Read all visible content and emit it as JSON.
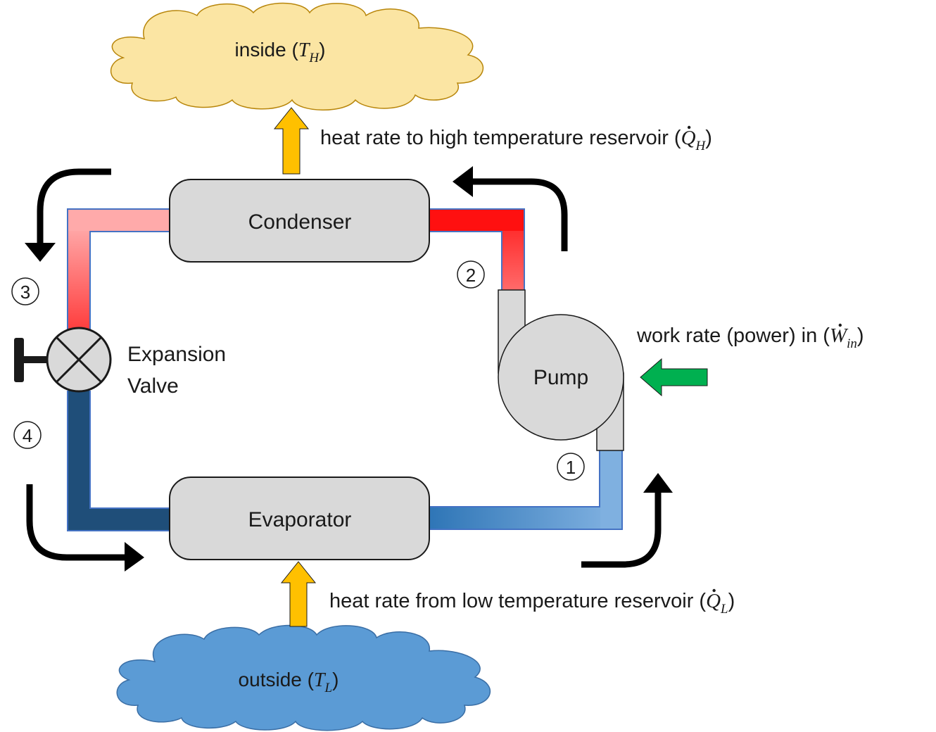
{
  "reservoirs": {
    "inside": {
      "text": "inside (",
      "symbol": "T",
      "subscript": "H",
      "close": ")",
      "color": "#fbe5a3"
    },
    "outside": {
      "text": "outside (",
      "symbol": "T",
      "subscript": "L",
      "close": ")",
      "color": "#5b9bd5"
    }
  },
  "components": {
    "condenser": "Condenser",
    "evaporator": "Evaporator",
    "pump": "Pump",
    "valve_line1": "Expansion",
    "valve_line2": "Valve"
  },
  "flows": {
    "heat_out": {
      "text": "heat rate to high temperature reservoir (",
      "symbol": "Q",
      "subscript": "H",
      "close": ")",
      "arrow_color": "#ffc000"
    },
    "heat_in": {
      "text": "heat rate from low temperature reservoir (",
      "symbol": "Q",
      "subscript": "L",
      "close": ")",
      "arrow_color": "#ffc000"
    },
    "work_in": {
      "text": "work rate (power) in (",
      "symbol": "W",
      "subscript": "in",
      "close": ")",
      "arrow_color": "#00b050"
    }
  },
  "states": [
    "1",
    "2",
    "3",
    "4"
  ],
  "pipe_colors": {
    "hot": "#ff1010",
    "warm": "#ffaaaa",
    "cold_dark": "#1f4e79",
    "cold_light": "#7fb0e0"
  }
}
